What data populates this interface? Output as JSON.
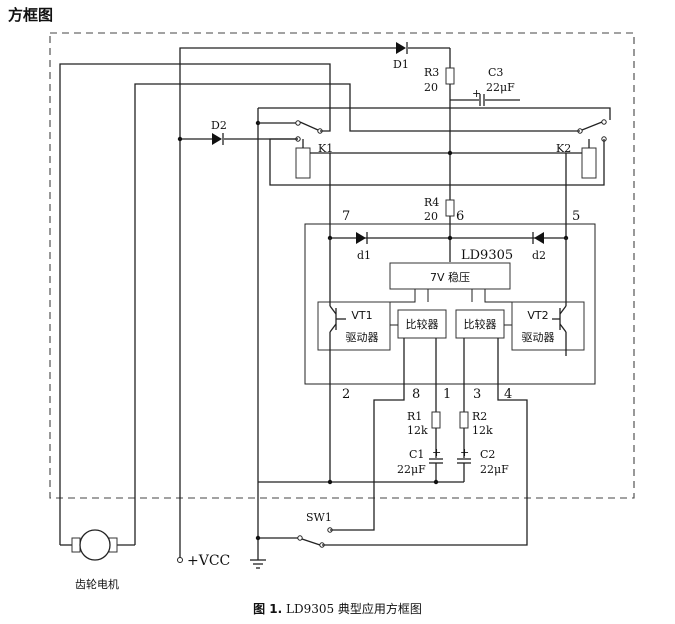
{
  "page_title": "方框图",
  "ic": {
    "name": "LD9305",
    "regulator": "7V 稳压",
    "vt1": "VT1",
    "vt2": "VT2",
    "driver1": "驱动器",
    "driver2": "驱动器",
    "comparator1": "比较器",
    "comparator2": "比较器",
    "pins": [
      "7",
      "6",
      "5",
      "2",
      "8",
      "1",
      "3",
      "4"
    ]
  },
  "components": {
    "d1": "D1",
    "d2": "D2",
    "r3": "R3",
    "r3_value": "20",
    "c3": "C3",
    "c3_value": "22μF",
    "r4": "R4",
    "r4_value": "20",
    "k1": "K1",
    "k2": "K2",
    "diode_d1_small": "d1",
    "diode_d2_small": "d2",
    "r1": "R1",
    "r1_value": "12k",
    "r2": "R2",
    "r2_value": "12k",
    "c1": "C1",
    "c1_value": "22μF",
    "c2": "C2",
    "c2_value": "22μF",
    "sw1": "SW1",
    "vcc": "+VCC",
    "motor": "齿轮电机"
  },
  "caption": {
    "prefix": "图 1.",
    "text": "LD9305 典型应用方框图"
  }
}
